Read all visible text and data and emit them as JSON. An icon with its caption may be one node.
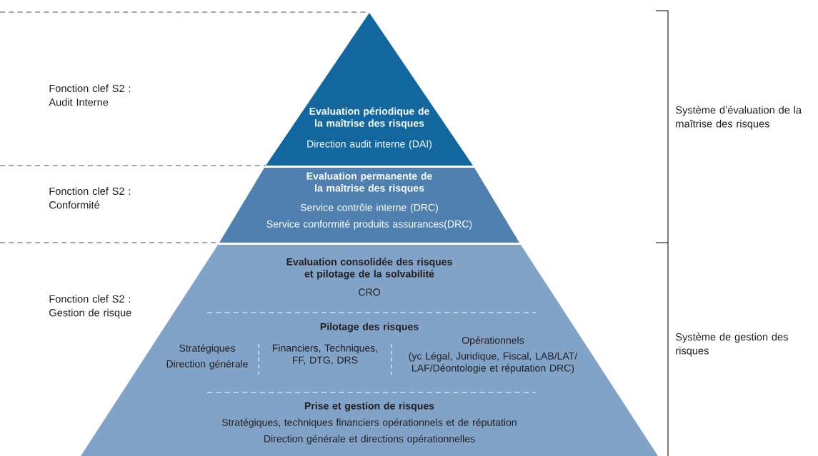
{
  "diagram": {
    "nodes": [
      {
        "text": [
          "Evaluation périodique de la maîtrise des risques",
          "Direction audit interne (DAI)"
        ]
      },
      {
        "text": [
          "Evaluation permanente de la maîtrise des risques",
          "Service contrôle interne (DRC)",
          "Service conformité produits assurances(DRC)"
        ]
      },
      {
        "text": [
          "Evaluation consolidée des risques et pilotage de la solvabilité",
          "CRO",
          "Pilotage des risques",
          "Stratégiques",
          "Direction générale",
          "Financiers, Techniques, FF, DTG, DRS",
          "Opérationnels",
          "(yc Légal, Juridique, Fiscal, LAB/LAT/ LAF/Déontologie et réputation DRC)",
          "Prise et gestion de risques",
          "Stratégiques, techniques financiers opérationnels et de réputation",
          "Direction générale et directions opérationnelles"
        ]
      }
    ],
    "labels": [
      "Fonction clef S2 : Audit Interne",
      "Système d’évaluation de la maîtrise des risques",
      "Fonction clef S2 : Conformité",
      "Fonction clef S2 : Gestion de risque",
      "Système de gestion des risques"
    ]
  }
}
